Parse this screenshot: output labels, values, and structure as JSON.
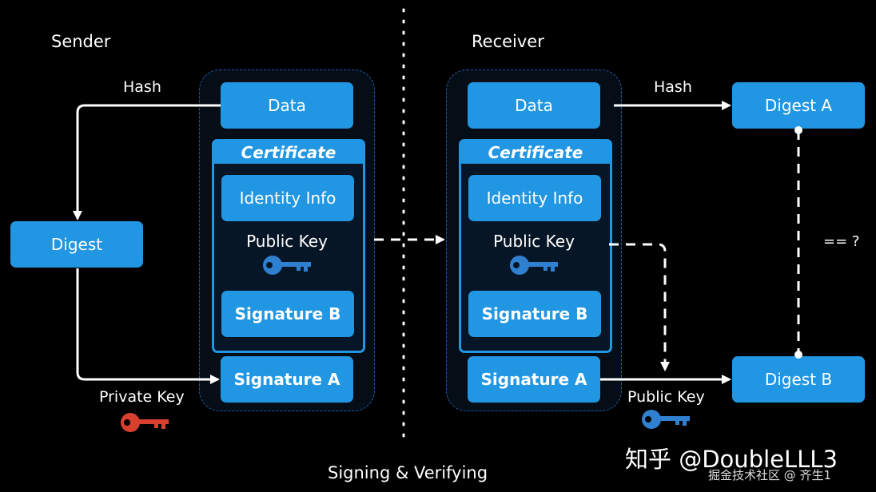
{
  "sender": {
    "title": "Sender",
    "hash_label": "Hash",
    "digest": "Digest",
    "private_key_label": "Private Key"
  },
  "receiver": {
    "title": "Receiver",
    "hash_label": "Hash",
    "digest_a": "Digest A",
    "digest_b": "Digest B",
    "public_key_label": "Public Key",
    "compare_label": "== ?"
  },
  "package": {
    "data": "Data",
    "certificate": "Certificate",
    "identity_info": "Identity Info",
    "public_key": "Public Key",
    "signature_b": "Signature B",
    "signature_a": "Signature A"
  },
  "caption": "Signing & Verifying",
  "watermark": {
    "main": "知乎 @DoubleLLL3",
    "sub": "掘金技术社区 @ 齐生1"
  },
  "colors": {
    "box_blue": "#2196e3",
    "public_key_icon": "#2f80d0",
    "private_key_icon": "#d9402f"
  }
}
